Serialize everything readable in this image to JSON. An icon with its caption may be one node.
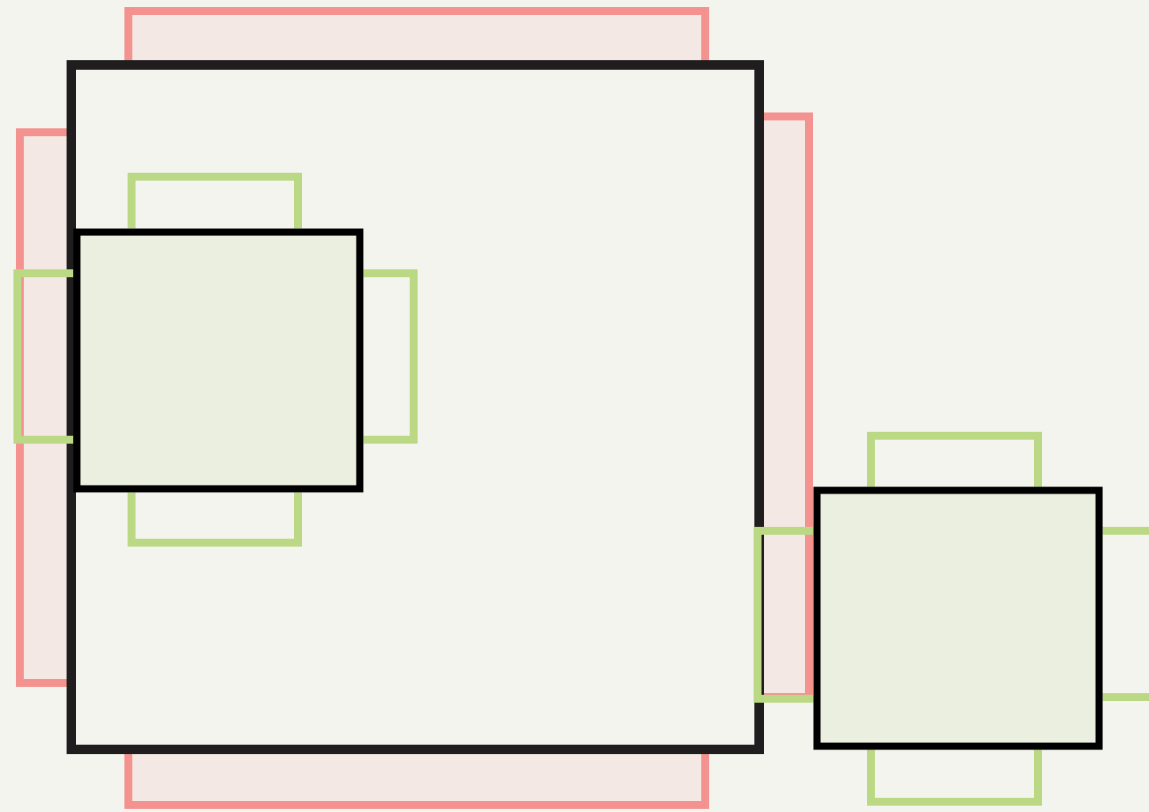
{
  "diagram": {
    "nodes": [
      {
        "text": [],
        "shape": "box"
      },
      {
        "text": [],
        "shape": "bar"
      },
      {
        "text": [],
        "shape": "bar"
      },
      {
        "text": [],
        "shape": "bar"
      },
      {
        "text": [],
        "shape": "bar"
      },
      {
        "text": [],
        "shape": "box",
        "in": 0
      },
      {
        "text": [],
        "shape": "bar",
        "in": 0
      },
      {
        "text": [],
        "shape": "bar"
      },
      {
        "text": [],
        "shape": "bar",
        "in": 0
      },
      {
        "text": [],
        "shape": "bar",
        "in": 0
      },
      {
        "text": [],
        "shape": "box"
      },
      {
        "text": [],
        "shape": "bar"
      },
      {
        "text": [],
        "shape": "bar"
      },
      {
        "text": [],
        "shape": "bar"
      },
      {
        "text": [],
        "shape": "bar"
      }
    ]
  }
}
